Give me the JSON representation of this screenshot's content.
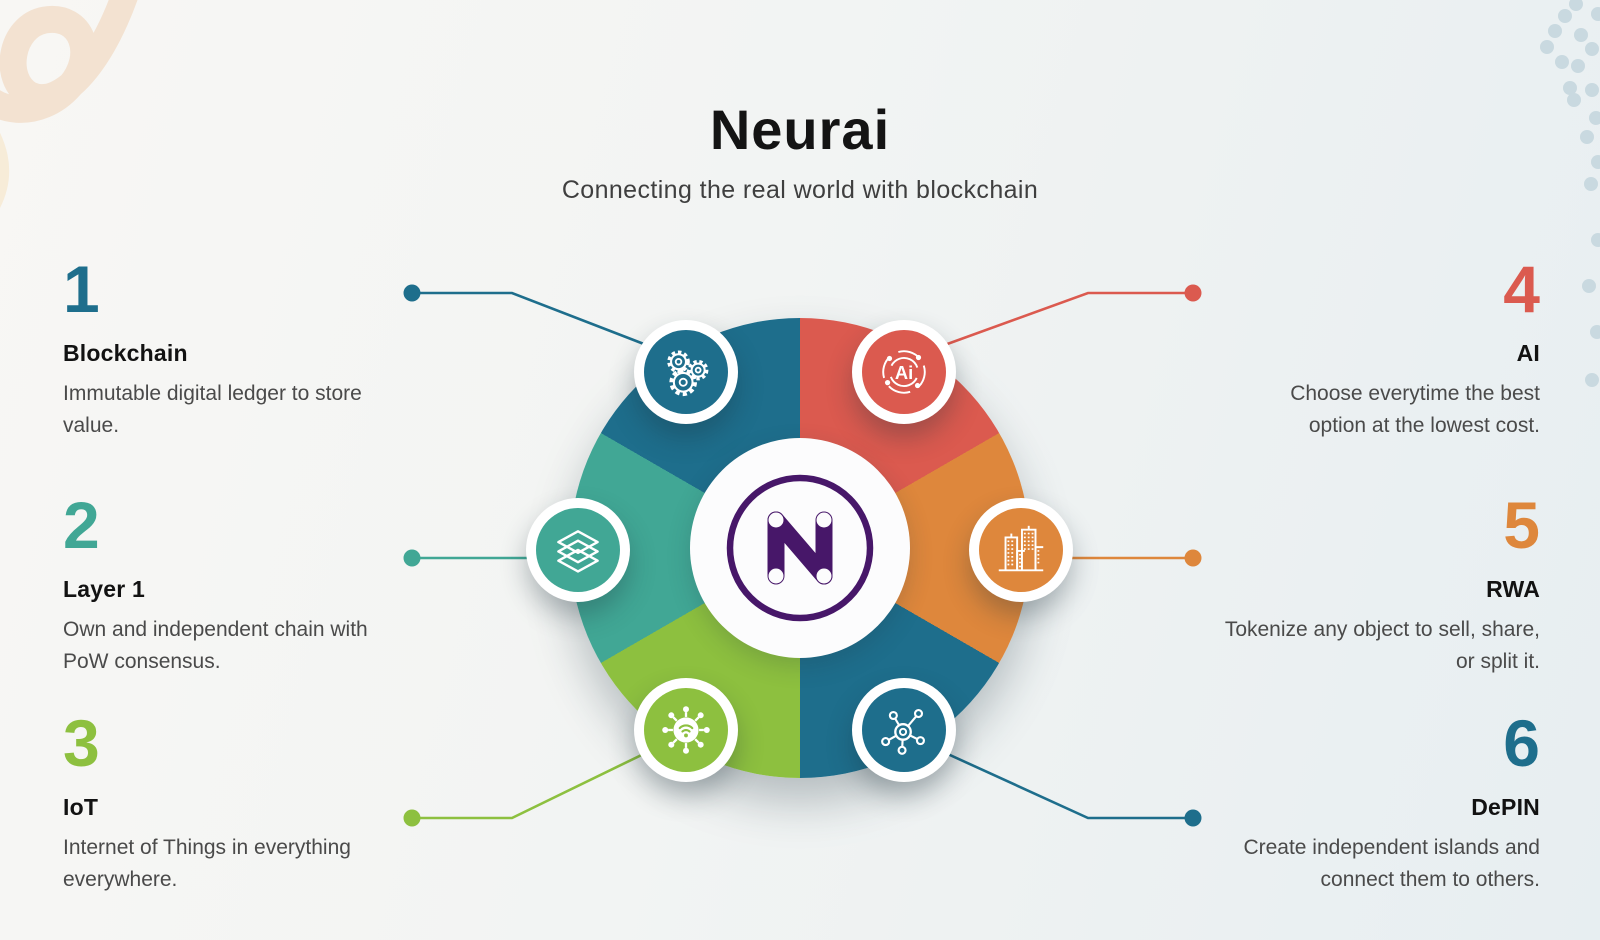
{
  "header": {
    "title": "Neurai",
    "subtitle": "Connecting the real world with blockchain"
  },
  "logo": {
    "letter": "N",
    "color": "#471769"
  },
  "icons": {
    "ai_text": "Ai"
  },
  "items": [
    {
      "number": "1",
      "title": "Blockchain",
      "desc": [
        "Immutable digital ledger to store",
        "value."
      ],
      "color": "#1E6E8C",
      "icon": "gears-icon"
    },
    {
      "number": "2",
      "title": "Layer 1",
      "desc": [
        "Own and independent chain with",
        "PoW consensus."
      ],
      "color": "#41A795",
      "icon": "layers-icon"
    },
    {
      "number": "3",
      "title": "IoT",
      "desc": [
        "Internet of Things in everything",
        "everywhere."
      ],
      "color": "#8DC03F",
      "icon": "iot-wifi-icon"
    },
    {
      "number": "4",
      "title": "AI",
      "desc": [
        "Choose everytime the best",
        "option at the lowest cost."
      ],
      "color": "#DB5A4F",
      "icon": "ai-icon"
    },
    {
      "number": "5",
      "title": "RWA",
      "desc": [
        "Tokenize any object to sell, share,",
        "or split it."
      ],
      "color": "#DE873C",
      "icon": "buildings-icon"
    },
    {
      "number": "6",
      "title": "DePIN",
      "desc": [
        "Create independent islands and",
        "connect them to others."
      ],
      "color": "#1E6E8C",
      "icon": "network-icon"
    }
  ],
  "palette": {
    "teal_dark": "#1E6E8C",
    "teal": "#41A795",
    "green": "#8DC03F",
    "red": "#DB5A4F",
    "orange": "#DE873C",
    "purple": "#471769",
    "background_left": "#F7F6F3",
    "background_right": "#E7EEF1",
    "squiggle": "#F3E2D1",
    "dots": "#C9D9E0"
  }
}
